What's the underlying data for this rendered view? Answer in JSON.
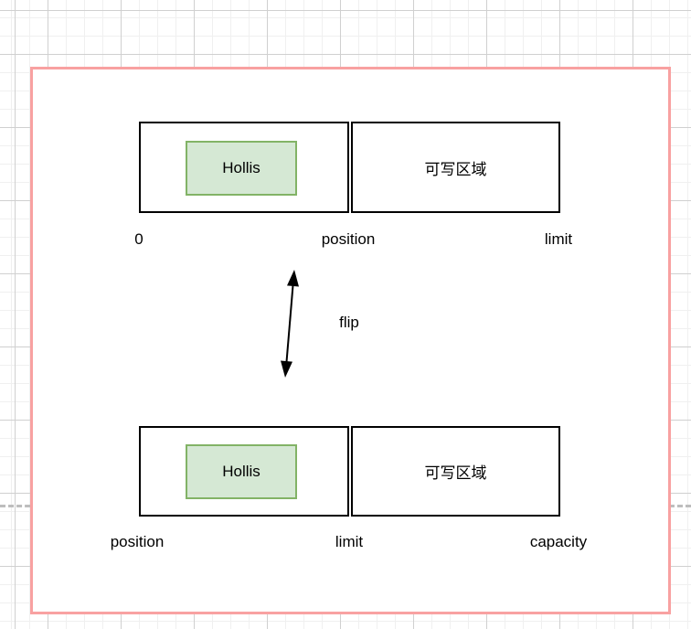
{
  "diagram": {
    "top_buffer": {
      "block_label": "Hollis",
      "region_label": "可写区域",
      "marker_left": "0",
      "marker_middle": "position",
      "marker_right": "limit"
    },
    "transition": {
      "label": "flip"
    },
    "bottom_buffer": {
      "block_label": "Hollis",
      "region_label": "可写区域",
      "marker_left": "position",
      "marker_middle": "limit",
      "marker_right": "capacity"
    },
    "colors": {
      "frame_border": "#f8a1a1",
      "block_fill": "#d5e8d4",
      "block_border": "#82b366",
      "cell_border": "#000000",
      "dashed_line": "#bdbdbd"
    }
  }
}
